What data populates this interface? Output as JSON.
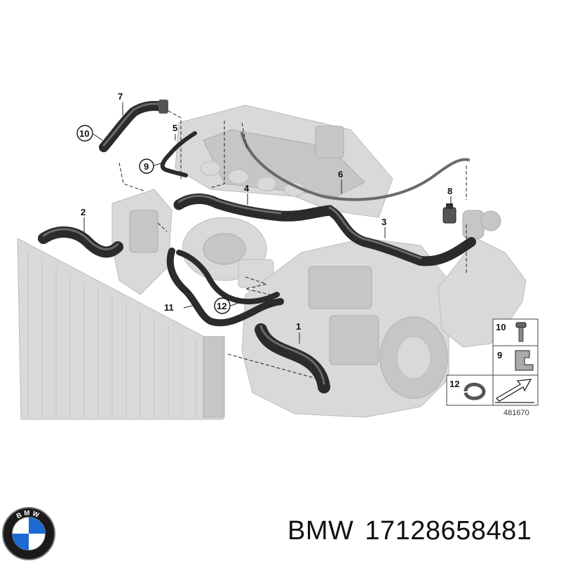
{
  "diagram": {
    "callouts": [
      "1",
      "2",
      "3",
      "4",
      "5",
      "6",
      "7",
      "8",
      "9",
      "10",
      "11",
      "12"
    ],
    "legend": {
      "items": [
        "10",
        "9",
        "12"
      ],
      "ref_number": "481670"
    }
  },
  "footer": {
    "brand": "BMW",
    "part_number": "17128658481",
    "logo_text": "BMW"
  },
  "colors": {
    "hose": "#2b2b2b",
    "ghost_parts": "#d9d9d9",
    "logo_blue": "#1c69d4"
  }
}
